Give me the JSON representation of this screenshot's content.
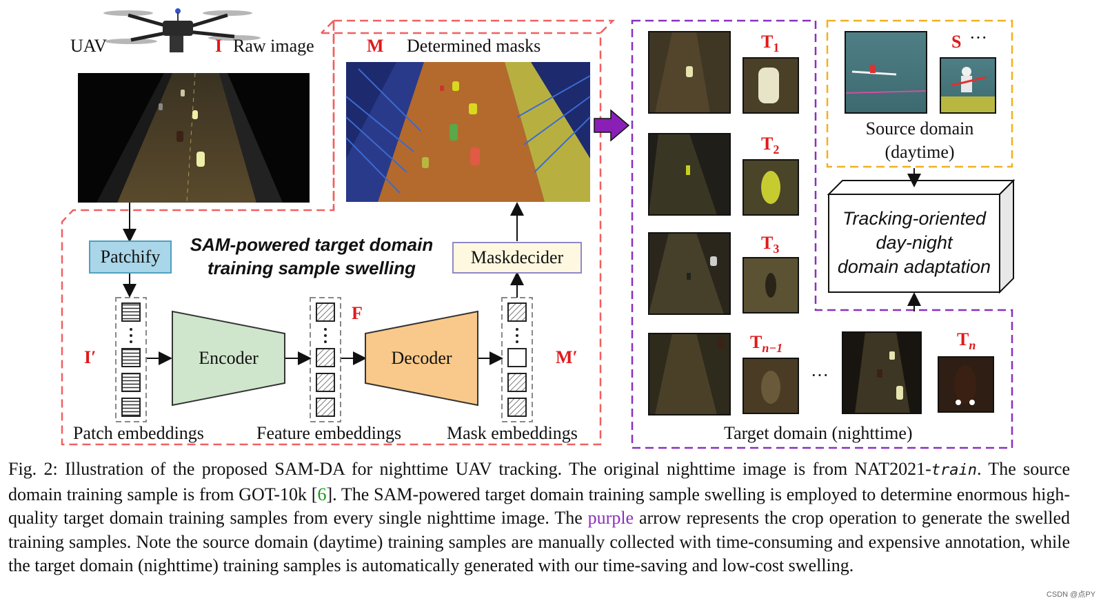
{
  "figure": {
    "uav_label": "UAV",
    "raw_image_symbol": "I",
    "raw_image_label": "Raw image",
    "masks_symbol": "M",
    "masks_label": "Determined masks",
    "patchify_label": "Patchify",
    "maskdecider_label": "Maskdecider",
    "swelling_title_line1": "SAM-powered target domain",
    "swelling_title_line2": "training sample swelling",
    "encoder_label": "Encoder",
    "decoder_label": "Decoder",
    "patch_symbol": "I′",
    "feature_symbol": "F",
    "mask_symbol": "M′",
    "patch_embeddings_label": "Patch embeddings",
    "feature_embeddings_label": "Feature embeddings",
    "mask_embeddings_label": "Mask embeddings",
    "t1": "T",
    "t1_sub": "1",
    "t2": "T",
    "t2_sub": "2",
    "t3": "T",
    "t3_sub": "3",
    "tn1": "T",
    "tn1_sub": "n−1",
    "tn": "T",
    "tn_sub": "n",
    "ellipsis": "···",
    "source_symbol": "S",
    "source_ellipsis": "···",
    "source_label_line1": "Source domain",
    "source_label_line2": "(daytime)",
    "tracking_line1": "Tracking-oriented",
    "tracking_line2": "day-night",
    "tracking_line3": "domain adaptation",
    "target_domain_label": "Target domain (nighttime)",
    "colors": {
      "red_dash": "#f06060",
      "purple_dash": "#8a2fbf",
      "orange_dash": "#f2b01e",
      "patchify_fill": "#a9d6e8",
      "encoder_fill": "#cfe6cc",
      "decoder_fill": "#f8c98a",
      "maskdecider_fill": "#fdf8df",
      "purple_arrow": "#8a1fb6"
    }
  },
  "caption": {
    "p1": "Fig. 2: Illustration of the proposed SAM-DA for nighttime UAV tracking. The original nighttime image is from NAT2021-",
    "p2_italic": "train",
    "p2": ". The source domain training sample is from GOT-10k [",
    "ref": "6",
    "p3": "]. The SAM-powered target domain training sample swelling is employed to determine enormous high-quality target domain training samples from every single nighttime image. The ",
    "purple_word": "purple",
    "p4": " arrow represents the crop operation to generate the swelled training samples. Note the source domain (daytime) training samples are manually collected with time-consuming and expensive annotation, while the target domain (nighttime) training samples is automatically generated with our time-saving and low-cost swelling."
  },
  "watermark": "CSDN @点PY"
}
